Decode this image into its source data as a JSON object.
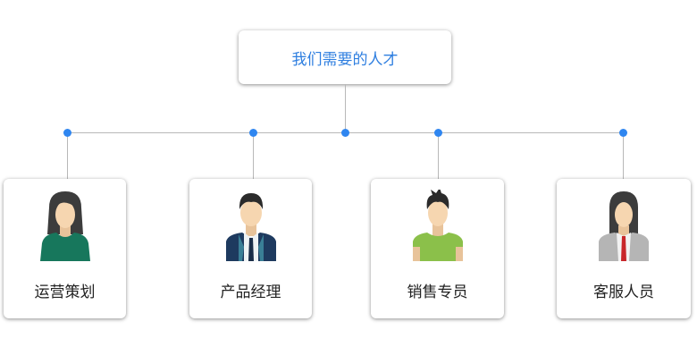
{
  "title": "我们需要的人才",
  "roles": [
    {
      "label": "运营策划",
      "avatar": "woman-green-icon"
    },
    {
      "label": "产品经理",
      "avatar": "man-suit-icon"
    },
    {
      "label": "销售专员",
      "avatar": "man-green-shirt-icon"
    },
    {
      "label": "客服人员",
      "avatar": "woman-grey-suit-icon"
    }
  ],
  "colors": {
    "accent": "#2f86f0",
    "line": "#b8b8b8"
  }
}
